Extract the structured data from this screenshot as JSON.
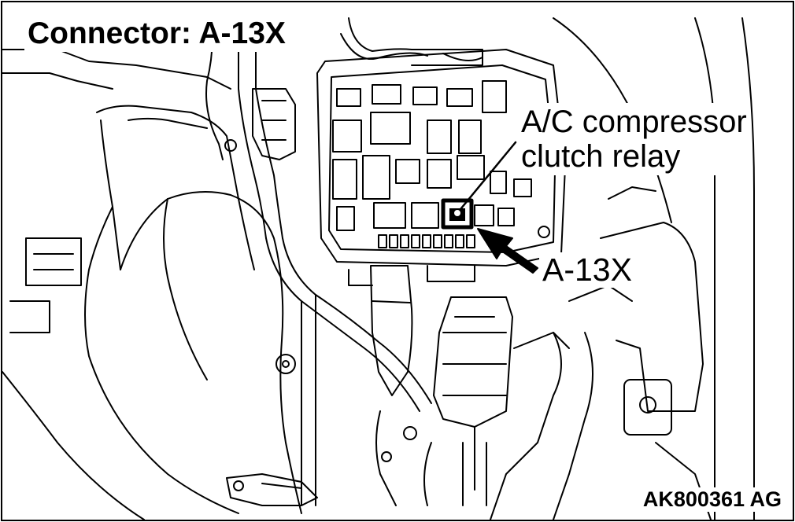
{
  "diagram": {
    "title": "Connector: A-13X",
    "callouts": {
      "relay_line1": "A/C compressor",
      "relay_line2": "clutch relay",
      "connector": "A-13X"
    },
    "reference_code": "AK800361 AG",
    "colors": {
      "ink": "#000000",
      "paper": "#ffffff"
    }
  }
}
